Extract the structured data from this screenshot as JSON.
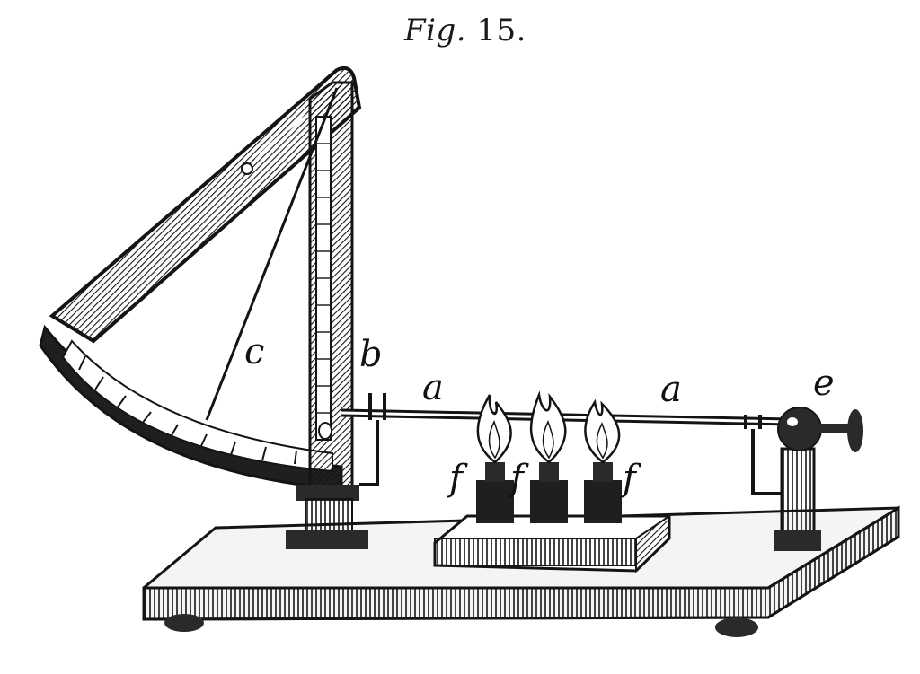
{
  "figure": {
    "title_prefix": "Fig.",
    "title_number": "15."
  },
  "labels": {
    "c": "c",
    "b": "b",
    "a1": "a",
    "a2": "a",
    "e": "e",
    "f1": "f",
    "f2": "f",
    "f3": "f"
  },
  "colors": {
    "ink": "#141414",
    "paper": "#ffffff",
    "dark_wood": "#2a2a2a",
    "flame": "#ffffff"
  }
}
